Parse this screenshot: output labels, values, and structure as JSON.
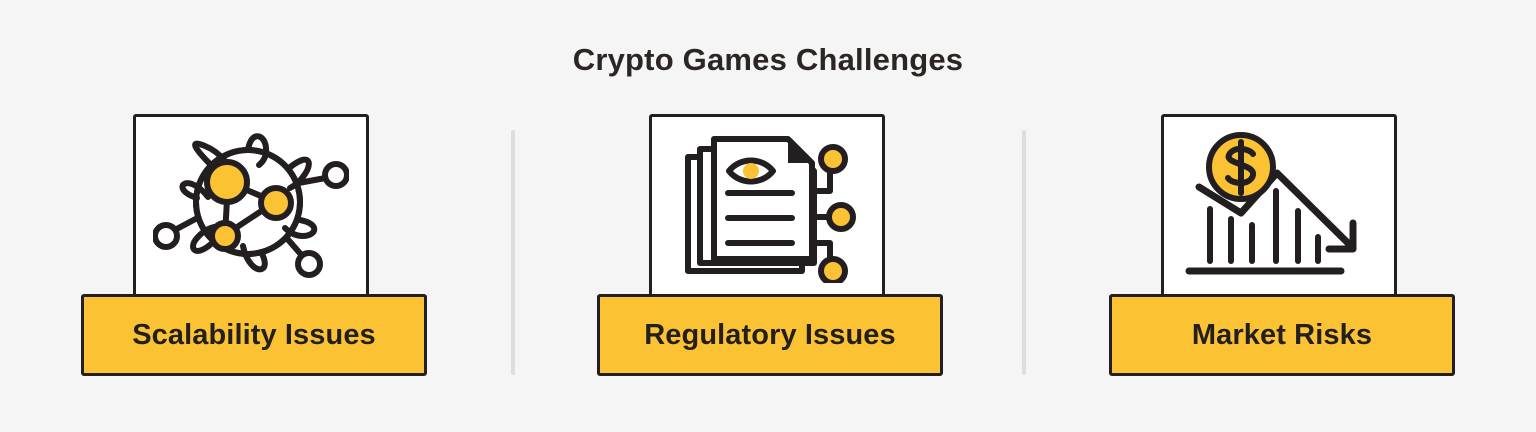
{
  "page": {
    "background_color": "#f5f5f5",
    "accent_color": "#fbc333",
    "ink_color": "#231f20",
    "divider_color": "#dddddd"
  },
  "header": {
    "title": "Crypto Games Challenges"
  },
  "cards": [
    {
      "label": "Scalability Issues",
      "icon_name": "network-nodes-icon",
      "icon_description": "Sphere with orbital rings and connected network nodes"
    },
    {
      "label": "Regulatory Issues",
      "icon_name": "documents-review-icon",
      "icon_description": "Stacked documents with an eye and circuit connections"
    },
    {
      "label": "Market Risks",
      "icon_name": "declining-chart-icon",
      "icon_description": "Dollar coin above a downward trending bar chart with arrow"
    }
  ],
  "dividers": [
    {
      "name": "divider-1"
    },
    {
      "name": "divider-2"
    }
  ]
}
